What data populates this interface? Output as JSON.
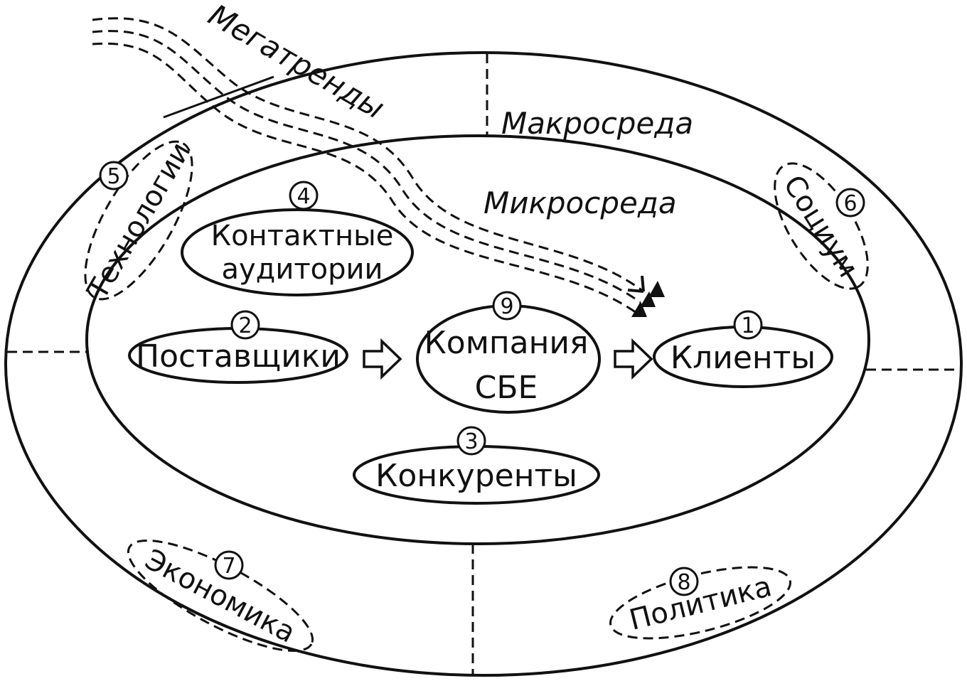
{
  "labels": {
    "megatrends": "Мегатренды",
    "macro": "Макросреда",
    "micro": "Микросреда"
  },
  "nodes": {
    "clients": {
      "num": "1",
      "label": "Клиенты"
    },
    "suppliers": {
      "num": "2",
      "label": "Поставщики"
    },
    "competitors": {
      "num": "3",
      "label": "Конкуренты"
    },
    "contact": {
      "num": "4",
      "label1": "Контактные",
      "label2": "аудитории"
    },
    "tech": {
      "num": "5",
      "label": "Технологии"
    },
    "society": {
      "num": "6",
      "label": "Социум"
    },
    "economy": {
      "num": "7",
      "label": "Экономика"
    },
    "politics": {
      "num": "8",
      "label": "Политика"
    },
    "company": {
      "num": "9",
      "label1": "Компания",
      "label2": "СБЕ"
    }
  }
}
